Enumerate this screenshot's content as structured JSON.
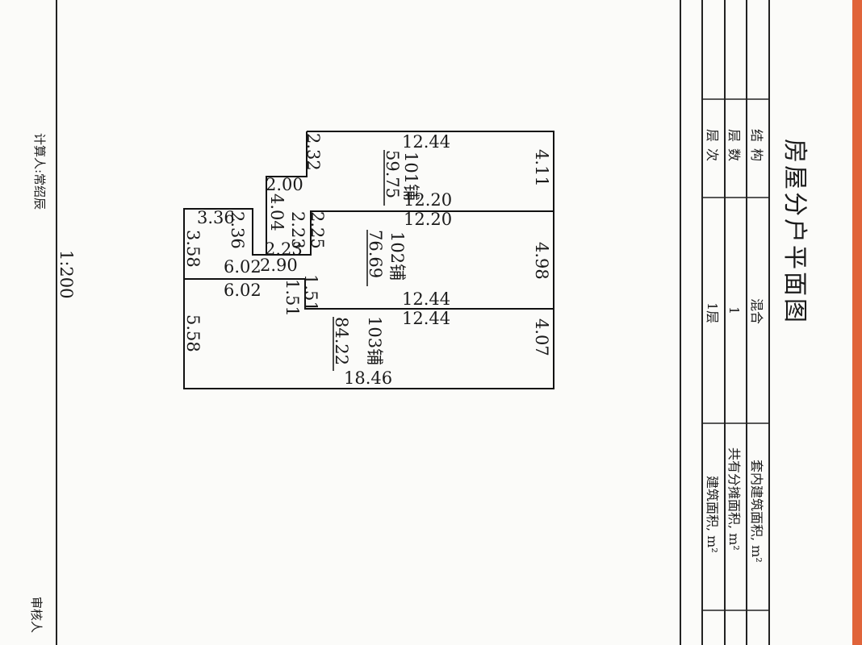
{
  "document": {
    "title": "房屋分户平面图",
    "scale": "1:200",
    "calculator": "计算人:常绍辰",
    "reviewer": "审核人"
  },
  "info_table": {
    "structure_label": "结构",
    "structure_value": "混合",
    "floors_label": "层数",
    "floors_value": "1",
    "floor_level_label": "层次",
    "floor_level_value": "1层",
    "inner_area_label": "套内建筑面积, m²",
    "shared_area_label": "共有分摊面积, m²",
    "building_area_label": "建筑面积, m²"
  },
  "units": [
    {
      "name": "101铺",
      "area": "59.75"
    },
    {
      "name": "102铺",
      "area": "76.69"
    },
    {
      "name": "103铺",
      "area": "84.22"
    }
  ],
  "dimensions": {
    "d101_top": "12.44",
    "d101_bottom": "12.20",
    "d101_side": "4.11",
    "d101_step": "2.32",
    "d102_top": "12.20",
    "d102_bottom": "12.44",
    "d102_side": "4.98",
    "d103_top": "12.44",
    "d103_bottom": "18.46",
    "d103_side": "4.07",
    "d_2_00": "2.00",
    "d_4_04": "4.04",
    "d_2_23a": "2.23",
    "d_2_23b": "2.23",
    "d_2_25": "2.25",
    "d_3_36": "3.36",
    "d_2_36": "2.36",
    "d_3_58": "3.58",
    "d_6_02a": "6.02",
    "d_6_02b": "6.02",
    "d_2_90": "2.90",
    "d_1_51a": "1.51",
    "d_1_51b": "1.51",
    "d_5_58": "5.58"
  },
  "colors": {
    "paper": "#fbfbf9",
    "edge": "#e0643a",
    "ink": "#1a1a1a"
  }
}
